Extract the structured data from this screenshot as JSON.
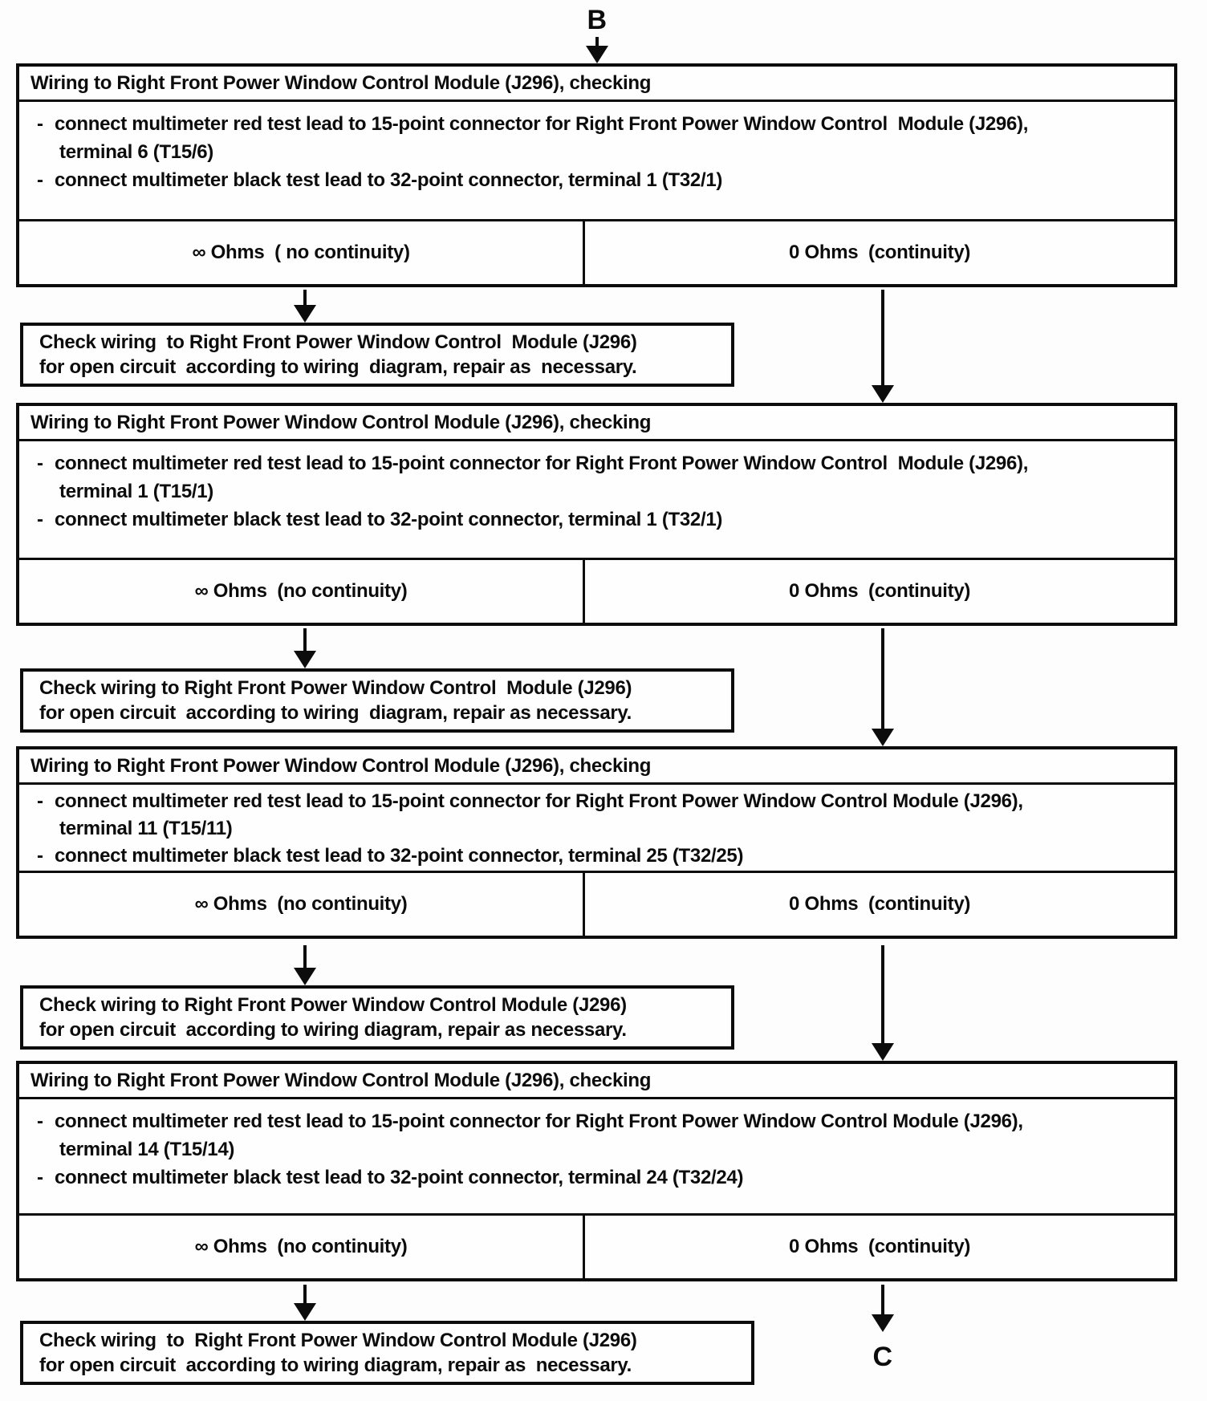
{
  "connectors": {
    "top": "B",
    "bottom": "C"
  },
  "blocks": [
    {
      "title": "Wiring to Right Front Power Window Control Module (J296), checking",
      "steps": [
        {
          "line1": "connect multimeter red test lead to 15-point connector for Right Front Power Window Control  Module (J296),",
          "line2": "terminal 6 (T15/6)"
        },
        {
          "line1": "connect multimeter black test lead to 32-point connector, terminal 1 (T32/1)"
        }
      ],
      "result_no": "∞ Ohms  ( no continuity)",
      "result_yes": "0 Ohms  (continuity)"
    },
    {
      "title": "Wiring to Right Front Power Window Control Module (J296), checking",
      "steps": [
        {
          "line1": "connect multimeter red test lead to 15-point connector for Right Front Power Window Control  Module (J296),",
          "line2": "terminal 1 (T15/1)"
        },
        {
          "line1": "connect multimeter black test lead to 32-point connector, terminal 1 (T32/1)"
        }
      ],
      "result_no": "∞ Ohms  (no continuity)",
      "result_yes": "0 Ohms  (continuity)"
    },
    {
      "title": "Wiring to Right Front Power Window Control Module (J296), checking",
      "steps": [
        {
          "line1": "connect multimeter red test lead to 15-point connector for Right Front Power Window Control Module (J296),",
          "line2": "terminal 11 (T15/11)"
        },
        {
          "line1": "connect multimeter black test lead to 32-point connector, terminal 25 (T32/25)"
        }
      ],
      "result_no": "∞ Ohms  (no continuity)",
      "result_yes": "0 Ohms  (continuity)"
    },
    {
      "title": "Wiring to Right Front Power Window Control Module (J296), checking",
      "steps": [
        {
          "line1": "connect multimeter red test lead to 15-point connector for Right Front Power Window Control Module (J296),",
          "line2": "terminal 14 (T15/14)"
        },
        {
          "line1": "connect multimeter black test lead to 32-point connector, terminal 24 (T32/24)"
        }
      ],
      "result_no": "∞ Ohms  (no continuity)",
      "result_yes": "0 Ohms  (continuity)"
    }
  ],
  "checks": [
    {
      "line1": "Check wiring  to Right Front Power Window Control  Module (J296)",
      "line2": "for open circuit  according to wiring  diagram, repair as  necessary."
    },
    {
      "line1": "Check wiring to Right Front Power Window Control  Module (J296)",
      "line2": "for open circuit  according to wiring  diagram, repair as necessary."
    },
    {
      "line1": "Check wiring to Right Front Power Window Control Module (J296)",
      "line2": "for open circuit  according to wiring diagram, repair as necessary."
    },
    {
      "line1": "Check wiring  to  Right Front Power Window Control Module (J296)",
      "line2": "for open circuit  according to wiring diagram, repair as  necessary."
    }
  ]
}
